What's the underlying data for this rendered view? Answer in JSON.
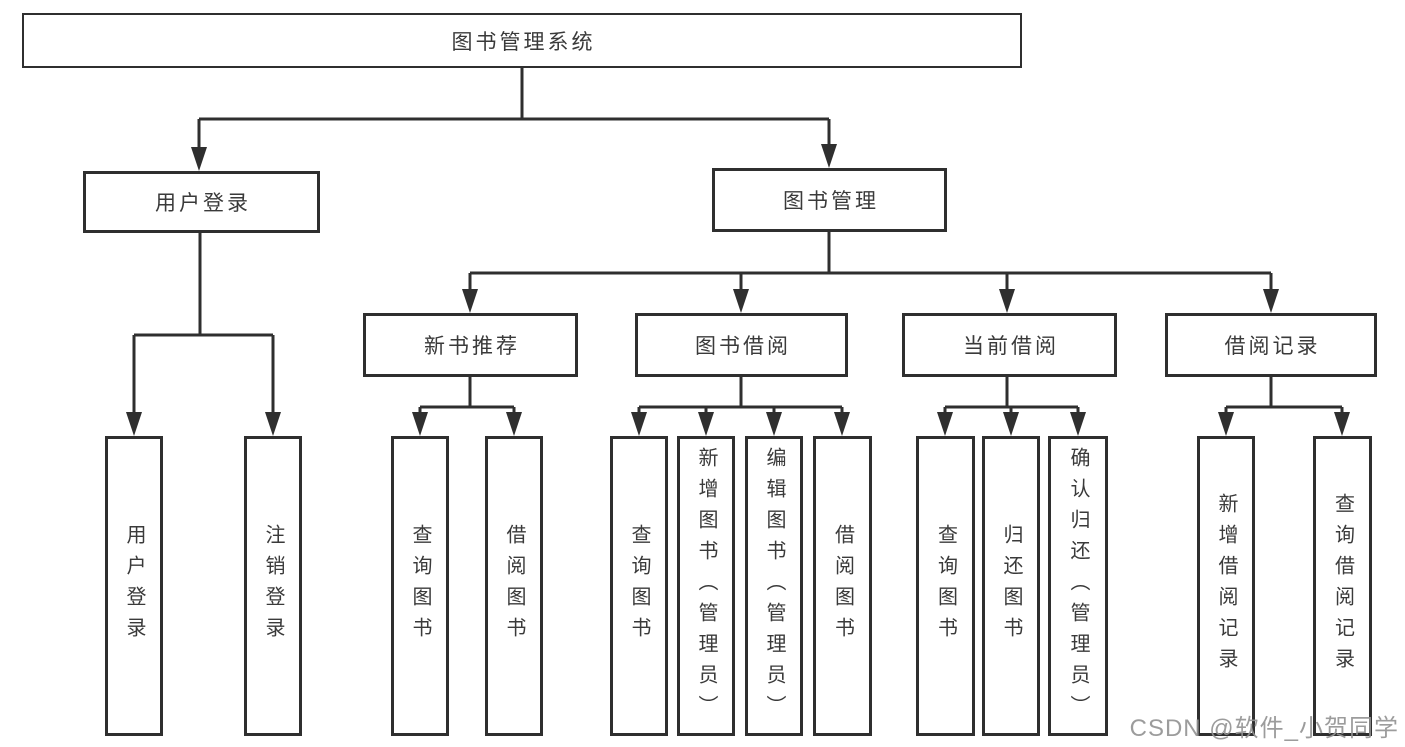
{
  "diagram": {
    "root": {
      "label": "图书管理系统"
    },
    "branches": [
      {
        "label": "用户登录",
        "children": [
          {
            "label": "用户登录"
          },
          {
            "label": "注销登录"
          }
        ]
      },
      {
        "label": "图书管理",
        "groups": [
          {
            "label": "新书推荐",
            "children": [
              {
                "label": "查询图书"
              },
              {
                "label": "借阅图书"
              }
            ]
          },
          {
            "label": "图书借阅",
            "children": [
              {
                "label": "查询图书"
              },
              {
                "label": "新增图书（管理员）"
              },
              {
                "label": "编辑图书（管理员）"
              },
              {
                "label": "借阅图书"
              }
            ]
          },
          {
            "label": "当前借阅",
            "children": [
              {
                "label": "查询图书"
              },
              {
                "label": "归还图书"
              },
              {
                "label": "确认归还（管理员）"
              }
            ]
          },
          {
            "label": "借阅记录",
            "children": [
              {
                "label": "新增借阅记录"
              },
              {
                "label": "查询借阅记录"
              }
            ]
          }
        ]
      }
    ]
  },
  "watermark": {
    "text": "CSDN @软件_小贺同学",
    "color": "#949494"
  },
  "colors": {
    "background": "#ffffff",
    "line": "#2f2f2f",
    "box_border": "#2f2f2f",
    "text": "#3a3a3a"
  }
}
